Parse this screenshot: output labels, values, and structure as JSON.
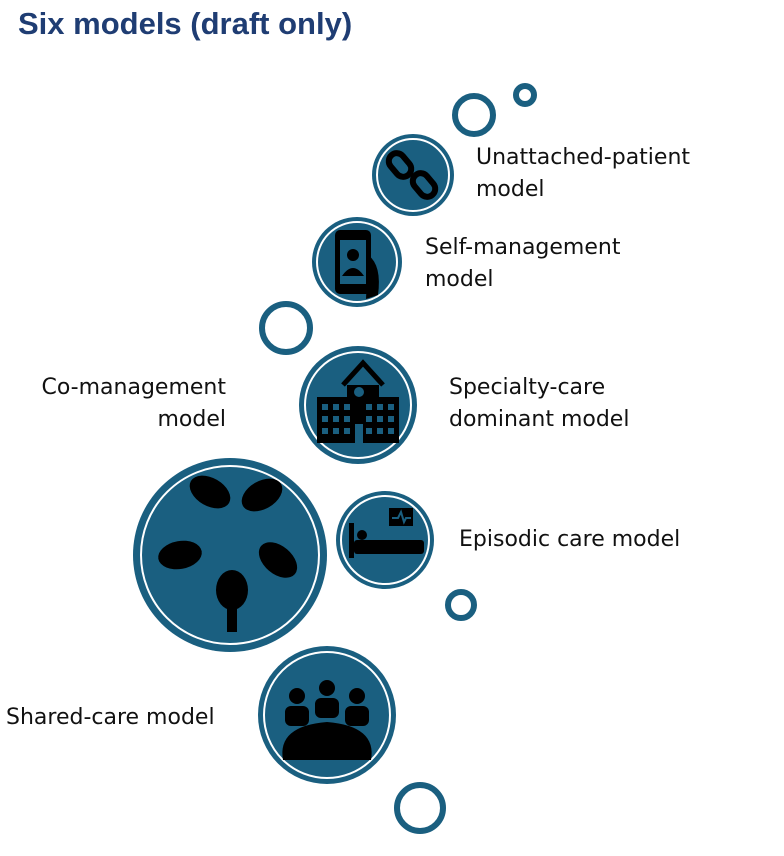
{
  "title": "Six models (draft only)",
  "accent_color": "#1a5f80",
  "models": [
    {
      "label": "Unattached-patient\nmodel",
      "icon": "chain-link-icon"
    },
    {
      "label": "Self-management\nmodel",
      "icon": "smartphone-person-icon"
    },
    {
      "label": "Specialty-care\ndominant model",
      "icon": "hospital-icon"
    },
    {
      "label": "Co-management\nmodel",
      "icon": "hands-together-icon"
    },
    {
      "label": "Episodic care model",
      "icon": "patient-bed-monitor-icon"
    },
    {
      "label": "Shared-care model",
      "icon": "meeting-table-icon"
    }
  ]
}
